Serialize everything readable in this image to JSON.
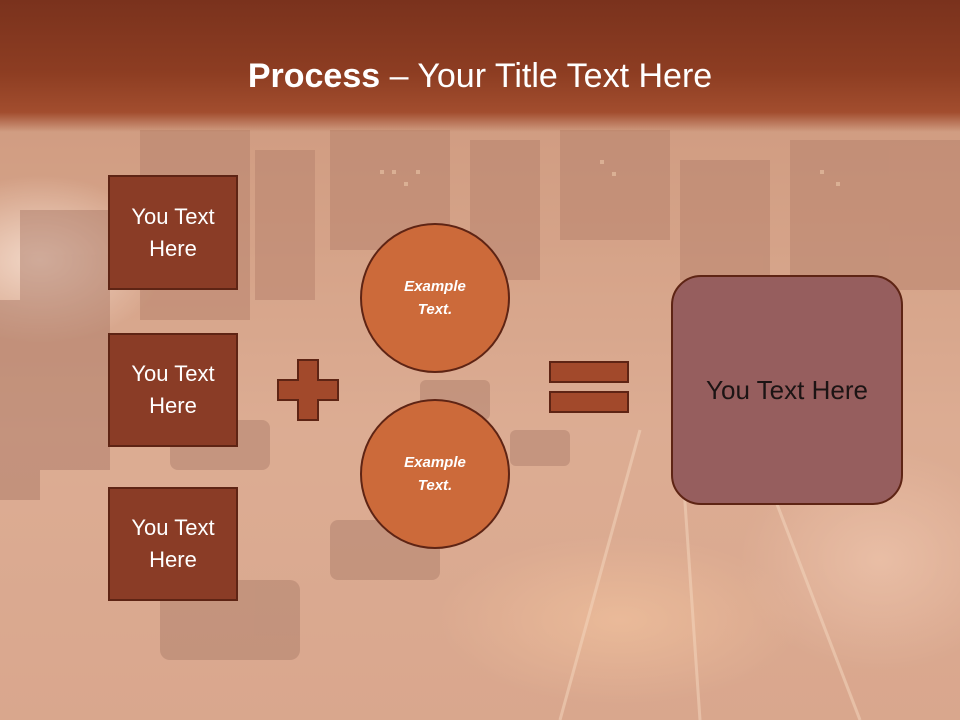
{
  "title": {
    "bold": "Process",
    "rest": " – Your Title Text Here"
  },
  "left_boxes": [
    {
      "label": "You Text Here"
    },
    {
      "label": "You Text Here"
    },
    {
      "label": "You Text Here"
    }
  ],
  "circles": [
    {
      "label": "Example Text."
    },
    {
      "label": "Example Text."
    }
  ],
  "result_box": {
    "label": "You Text Here"
  },
  "operators": {
    "plus": "plus-icon",
    "equals": "equals-icon"
  },
  "colors": {
    "title_bar": "#8d3d22",
    "box_fill": "#8a3c26",
    "circle_fill": "#cc6a3a",
    "result_fill": "#965e5e",
    "outline": "#5e2414"
  }
}
